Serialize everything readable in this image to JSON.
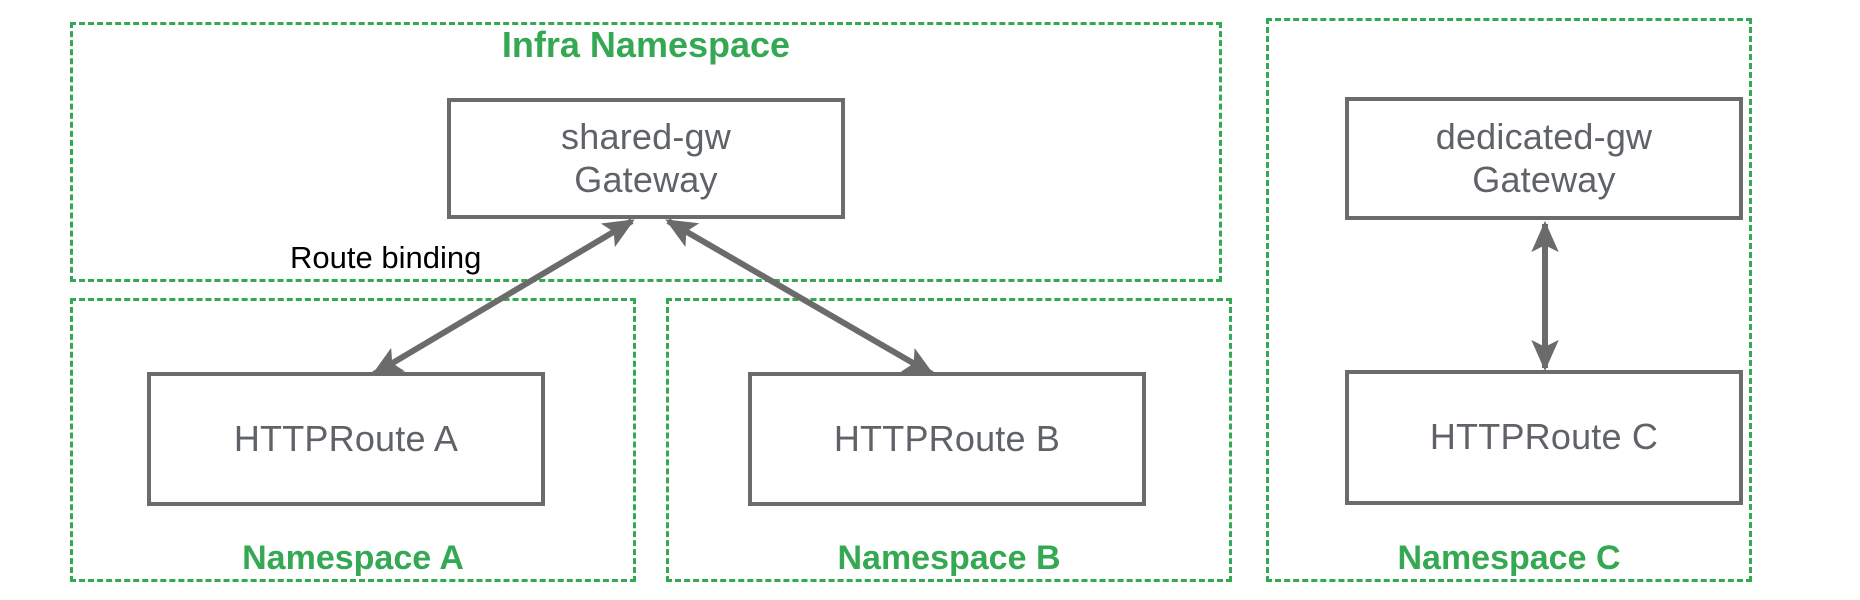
{
  "diagram": {
    "title_visible": false,
    "colors": {
      "namespace_border": "#34A853",
      "namespace_label": "#34A853",
      "box_border": "#6B6B6B",
      "box_text": "#5F6368",
      "arrow": "#6B6B6B",
      "edge_label": "#000000",
      "background": "#FFFFFF"
    },
    "namespaces": [
      {
        "id": "infra",
        "label": "Infra Namespace",
        "label_position": "top-center"
      },
      {
        "id": "ns-a",
        "label": "Namespace A",
        "label_position": "bottom-center"
      },
      {
        "id": "ns-b",
        "label": "Namespace B",
        "label_position": "bottom-center"
      },
      {
        "id": "ns-c",
        "label": "Namespace C",
        "label_position": "bottom-center"
      }
    ],
    "nodes": [
      {
        "id": "shared-gw",
        "name_line": "shared-gw",
        "kind_line": "Gateway",
        "namespace": "infra"
      },
      {
        "id": "dedicated-gw",
        "name_line": "dedicated-gw",
        "kind_line": "Gateway",
        "namespace": "ns-c"
      },
      {
        "id": "httproute-a",
        "name_line": "HTTPRoute A",
        "kind_line": "",
        "namespace": "ns-a"
      },
      {
        "id": "httproute-b",
        "name_line": "HTTPRoute B",
        "kind_line": "",
        "namespace": "ns-b"
      },
      {
        "id": "httproute-c",
        "name_line": "HTTPRoute C",
        "kind_line": "",
        "namespace": "ns-c"
      }
    ],
    "edges": [
      {
        "id": "edge-a",
        "from": "httproute-a",
        "to": "shared-gw",
        "label": "Route binding",
        "arrowheads": "both"
      },
      {
        "id": "edge-b",
        "from": "httproute-b",
        "to": "shared-gw",
        "label": "",
        "arrowheads": "both"
      },
      {
        "id": "edge-c",
        "from": "httproute-c",
        "to": "dedicated-gw",
        "label": "",
        "arrowheads": "both"
      }
    ],
    "edge_labels": {
      "route_binding": "Route binding"
    }
  }
}
